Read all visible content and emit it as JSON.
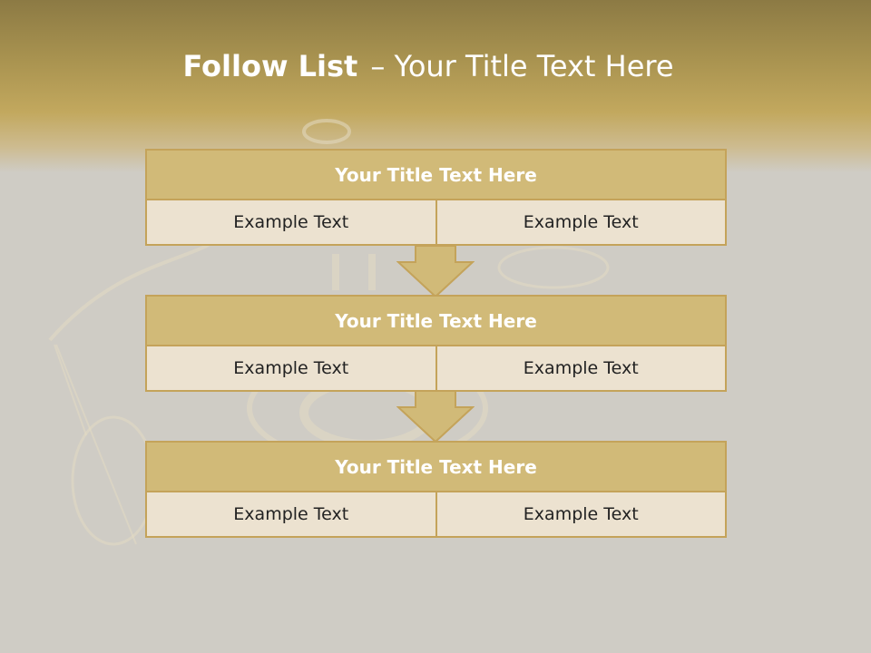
{
  "slide": {
    "title_bold": "Follow List",
    "title_rest": "– Your Title Text Here"
  },
  "blocks": [
    {
      "title": "Your Title Text Here",
      "left": "Example Text",
      "right": "Example Text"
    },
    {
      "title": "Your Title Text Here",
      "left": "Example Text",
      "right": "Example Text"
    },
    {
      "title": "Your Title Text Here",
      "left": "Example Text",
      "right": "Example Text"
    }
  ],
  "colors": {
    "header_gold": "#c2a85e",
    "block_title_fill": "#d1ba78",
    "block_border": "#c4a35a",
    "cell_fill": "#ece2d0",
    "background": "#cfccc5"
  },
  "icons": [
    "down-arrow-icon",
    "scales-of-justice-background"
  ]
}
